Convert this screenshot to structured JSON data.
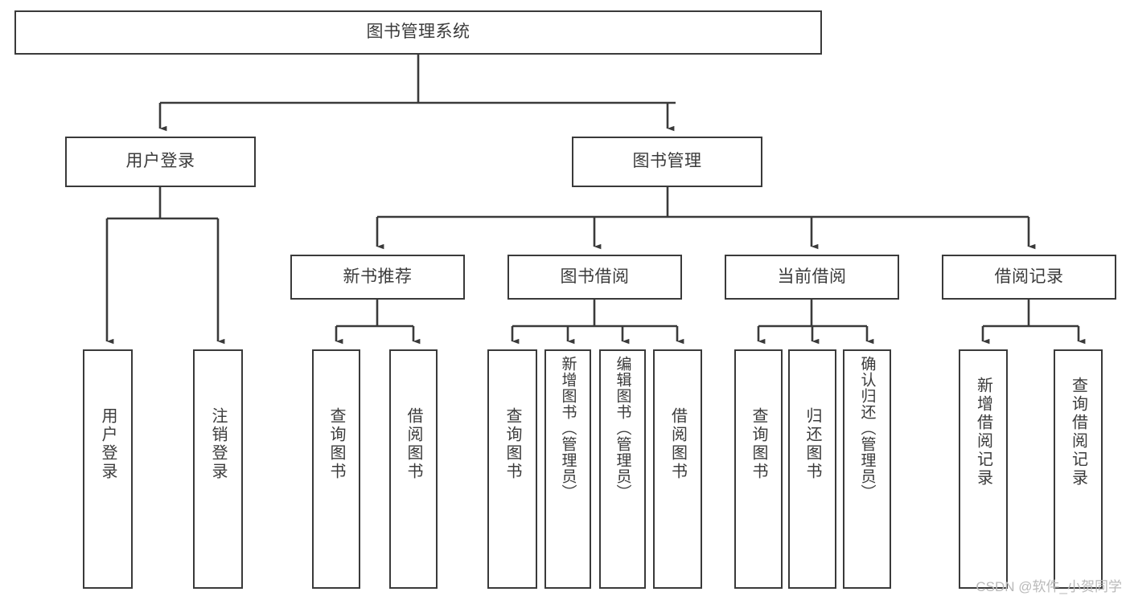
{
  "diagram": {
    "title": "图书管理系统",
    "type": "tree-hierarchy",
    "root": {
      "id": "root",
      "label": "图书管理系统"
    },
    "level2": [
      {
        "id": "user-login",
        "label": "用户登录"
      },
      {
        "id": "book-management",
        "label": "图书管理"
      }
    ],
    "level3": [
      {
        "id": "new-book-recommend",
        "label": "新书推荐",
        "parent": "book-management"
      },
      {
        "id": "book-borrow",
        "label": "图书借阅",
        "parent": "book-management"
      },
      {
        "id": "current-borrow",
        "label": "当前借阅",
        "parent": "book-management"
      },
      {
        "id": "borrow-record",
        "label": "借阅记录",
        "parent": "book-management"
      }
    ],
    "leaves": [
      {
        "id": "leaf-user-login",
        "label": "用户登录",
        "parent": "user-login"
      },
      {
        "id": "leaf-logout-login",
        "label": "注销登录",
        "parent": "user-login"
      },
      {
        "id": "leaf-query-book-1",
        "label": "查询图书",
        "parent": "new-book-recommend"
      },
      {
        "id": "leaf-borrow-book-1",
        "label": "借阅图书",
        "parent": "new-book-recommend"
      },
      {
        "id": "leaf-query-book-2",
        "label": "查询图书",
        "parent": "book-borrow"
      },
      {
        "id": "leaf-add-book",
        "label": "新增图书（管理员）",
        "parent": "book-borrow"
      },
      {
        "id": "leaf-edit-book",
        "label": "编辑图书（管理员）",
        "parent": "book-borrow"
      },
      {
        "id": "leaf-borrow-book-2",
        "label": "借阅图书",
        "parent": "book-borrow"
      },
      {
        "id": "leaf-query-book-3",
        "label": "查询图书",
        "parent": "current-borrow"
      },
      {
        "id": "leaf-return-book",
        "label": "归还图书",
        "parent": "current-borrow"
      },
      {
        "id": "leaf-confirm-return",
        "label": "确认归还（管理员）",
        "parent": "current-borrow"
      },
      {
        "id": "leaf-add-record",
        "label": "新增借阅记录",
        "parent": "borrow-record"
      },
      {
        "id": "leaf-query-record",
        "label": "查询借阅记录",
        "parent": "borrow-record"
      }
    ]
  },
  "watermark": {
    "text": "CSDN @软件_小贺同学"
  },
  "colors": {
    "border": "#3a3a3a",
    "text": "#3b3b3b",
    "background": "#ffffff",
    "watermark": "#b9b9b9"
  }
}
